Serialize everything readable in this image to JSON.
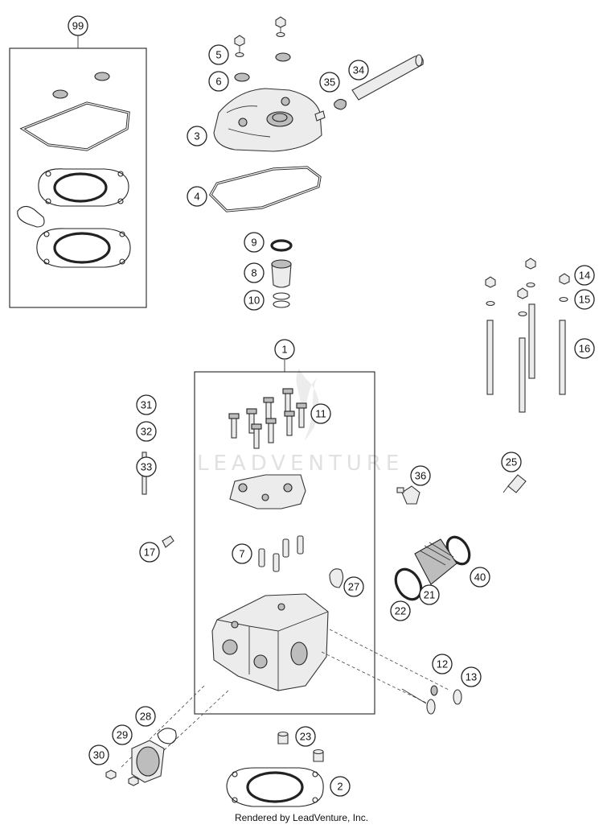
{
  "watermark": "LEADVENTURE",
  "footer": "Rendered by LeadVenture, Inc.",
  "callouts": [
    "99",
    "5",
    "6",
    "3",
    "34",
    "35",
    "4",
    "9",
    "8",
    "10",
    "14",
    "15",
    "16",
    "1",
    "11",
    "31",
    "32",
    "33",
    "36",
    "25",
    "17",
    "7",
    "27",
    "40",
    "21",
    "22",
    "12",
    "13",
    "28",
    "29",
    "30",
    "23",
    "2"
  ]
}
